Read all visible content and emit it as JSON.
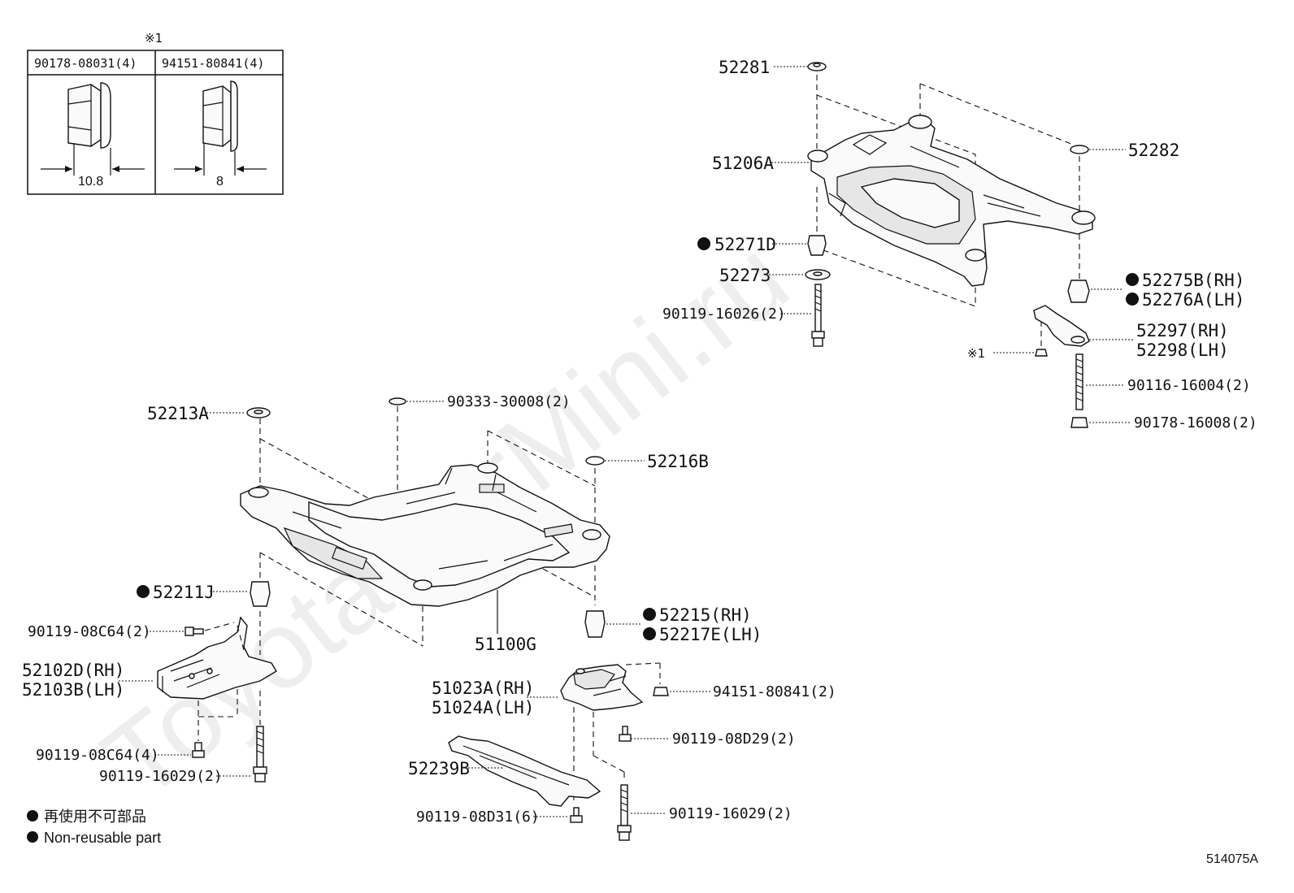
{
  "watermark": "ToyotaCarMini.ru",
  "figure_code": "514075A",
  "note_table": {
    "marker": "※1",
    "columns": [
      {
        "part": "90178-08031(4)",
        "dimension": "10.8"
      },
      {
        "part": "94151-80841(4)",
        "dimension": "8"
      }
    ]
  },
  "legend": {
    "japanese": "再使用不可部品",
    "english": "Non-reusable part"
  },
  "labels": {
    "p52281": "52281",
    "p51206A": "51206A",
    "p52282": "52282",
    "p52271D": "52271D",
    "p52273": "52273",
    "p90119_16026": "90119-16026(2)",
    "p52275B": "52275B(RH)",
    "p52276A": "52276A(LH)",
    "p52297": "52297(RH)",
    "p52298": "52298(LH)",
    "note1": "※1",
    "p90116_16004": "90116-16004(2)",
    "p90178_16008": "90178-16008(2)",
    "p52213A": "52213A",
    "p90333_30008": "90333-30008(2)",
    "p52216B": "52216B",
    "p52211J": "52211J",
    "p90119_08C64_2": "90119-08C64(2)",
    "p52102D": "52102D(RH)",
    "p52103B": "52103B(LH)",
    "p90119_08C64_4": "90119-08C64(4)",
    "p90119_16029_left": "90119-16029(2)",
    "p51100G": "51100G",
    "p52215": "52215(RH)",
    "p52217E": "52217E(LH)",
    "p51023A": "51023A(RH)",
    "p51024A": "51024A(LH)",
    "p94151_80841": "94151-80841(2)",
    "p90119_08D29": "90119-08D29(2)",
    "p52239B": "52239B",
    "p90119_08D31": "90119-08D31(6)",
    "p90119_16029_right": "90119-16029(2)"
  }
}
